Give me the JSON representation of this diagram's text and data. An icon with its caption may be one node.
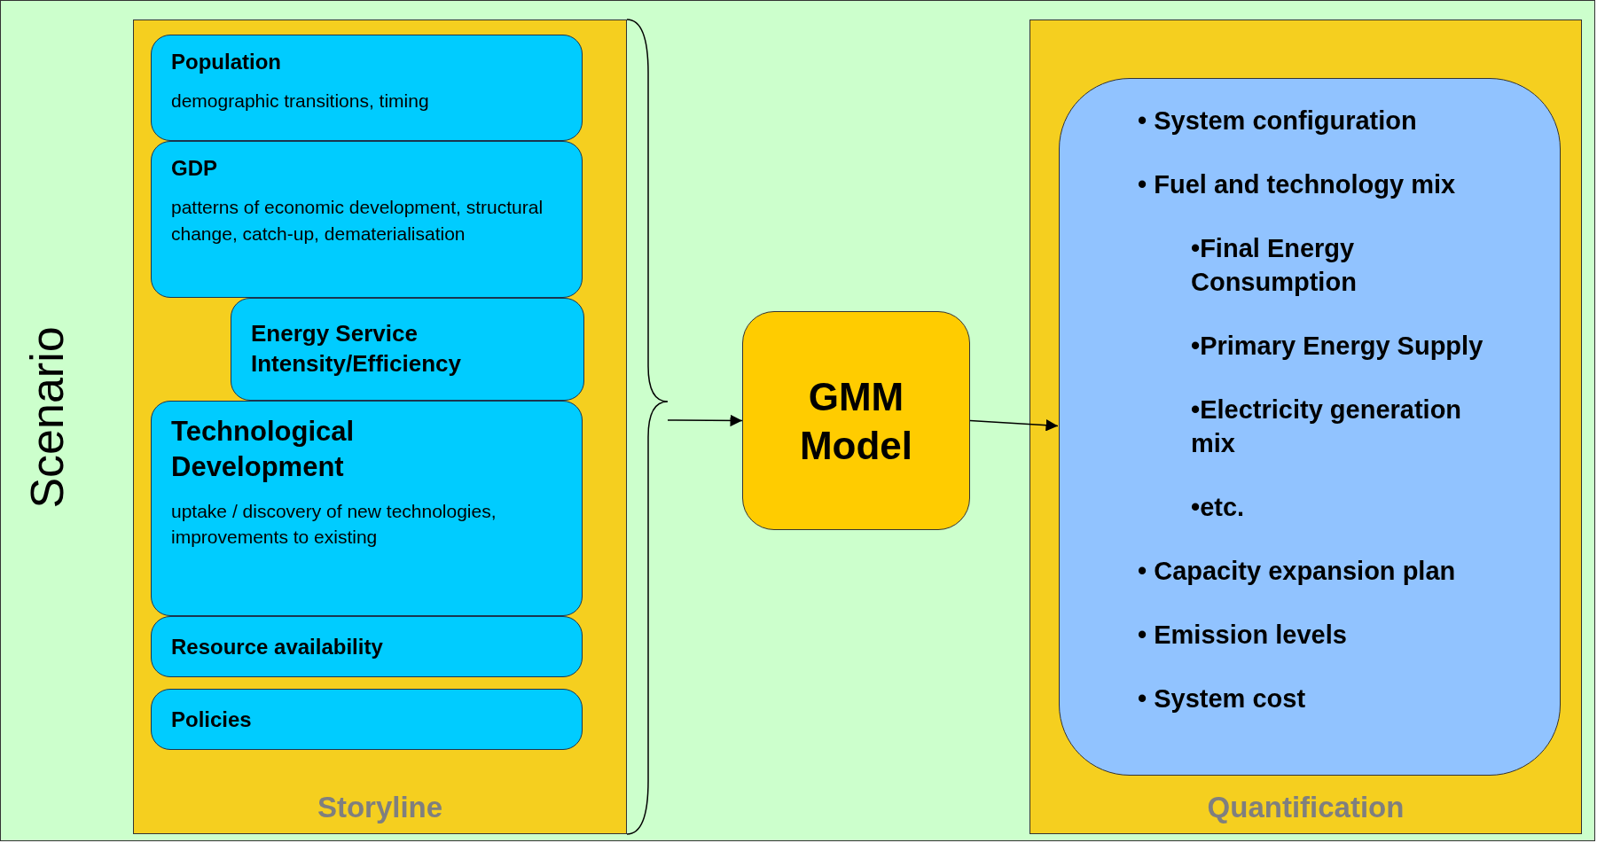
{
  "diagram": {
    "nodes": [
      {
        "text": [
          "Scenario"
        ]
      },
      {
        "text": [
          "Storyline"
        ],
        "in": 0
      },
      {
        "text": [
          "Population",
          "demographic transitions, timing"
        ],
        "in": 1
      },
      {
        "text": [
          "GDP",
          "patterns of economic development, structural change, catch-up, dematerialisation"
        ],
        "in": 1
      },
      {
        "text": [
          "Energy Service Intensity/Efficiency"
        ],
        "in": 1
      },
      {
        "text": [
          "Technological Development",
          "uptake / discovery of new technologies, improvements to existing"
        ],
        "in": 1
      },
      {
        "text": [
          "Resource availability"
        ],
        "in": 1
      },
      {
        "text": [
          "Policies"
        ],
        "in": 1
      },
      {
        "text": [
          "GMM Model"
        ],
        "in": 0
      },
      {
        "text": [
          "Quantification"
        ],
        "in": 0
      },
      {
        "text": [
          "• System configuration",
          "• Fuel and technology mix",
          "•Final Energy Consumption",
          "•Primary Energy Supply",
          "•Electricity generation mix",
          "•etc.",
          "• Capacity expansion plan",
          "• Emission levels",
          "• System cost"
        ],
        "in": 9
      }
    ],
    "edges": [
      {
        "from": null,
        "to": 8,
        "arrow": "to"
      },
      {
        "from": 8,
        "to": 10,
        "arrow": "to"
      }
    ]
  }
}
